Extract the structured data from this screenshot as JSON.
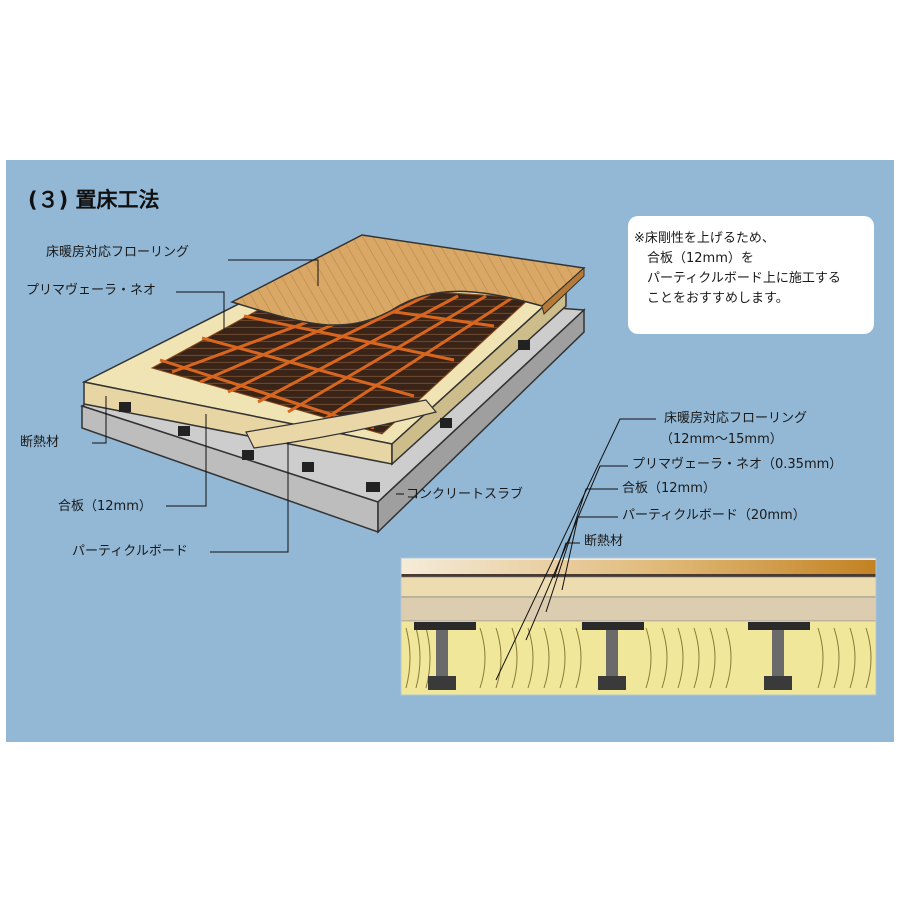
{
  "title": "(３) 置床工法",
  "note": {
    "lines": [
      "※床剛性を上げるため、",
      "　合板（12mm）を",
      "　パーティクルボード上に施工する",
      "　ことをおすすめします。"
    ]
  },
  "perspective_labels": {
    "flooring": "床暖房対応フローリング",
    "heater": "プリマヴェーラ・ネオ",
    "insulation": "断熱材",
    "plywood": "合板（12mm）",
    "particle_board": "パーティクルボード",
    "slab": "コンクリートスラブ"
  },
  "section_labels": {
    "flooring": "床暖房対応フローリング",
    "flooring_thickness": "（12mm～15mm）",
    "heater": "プリマヴェーラ・ネオ（0.35mm）",
    "plywood": "合板（12mm）",
    "particle_board": "パーティクルボード（20mm）",
    "insulation": "断熱材"
  },
  "colors": {
    "background": "#93b8d5",
    "flooring": "#d9a866",
    "heater_film": "#3a2418",
    "heater_line": "#d9661f",
    "plywood": "#e9d9a8",
    "particle_board": "#dccdb0",
    "slab": "#c8c8c8",
    "insulation": "#f1e79a"
  }
}
